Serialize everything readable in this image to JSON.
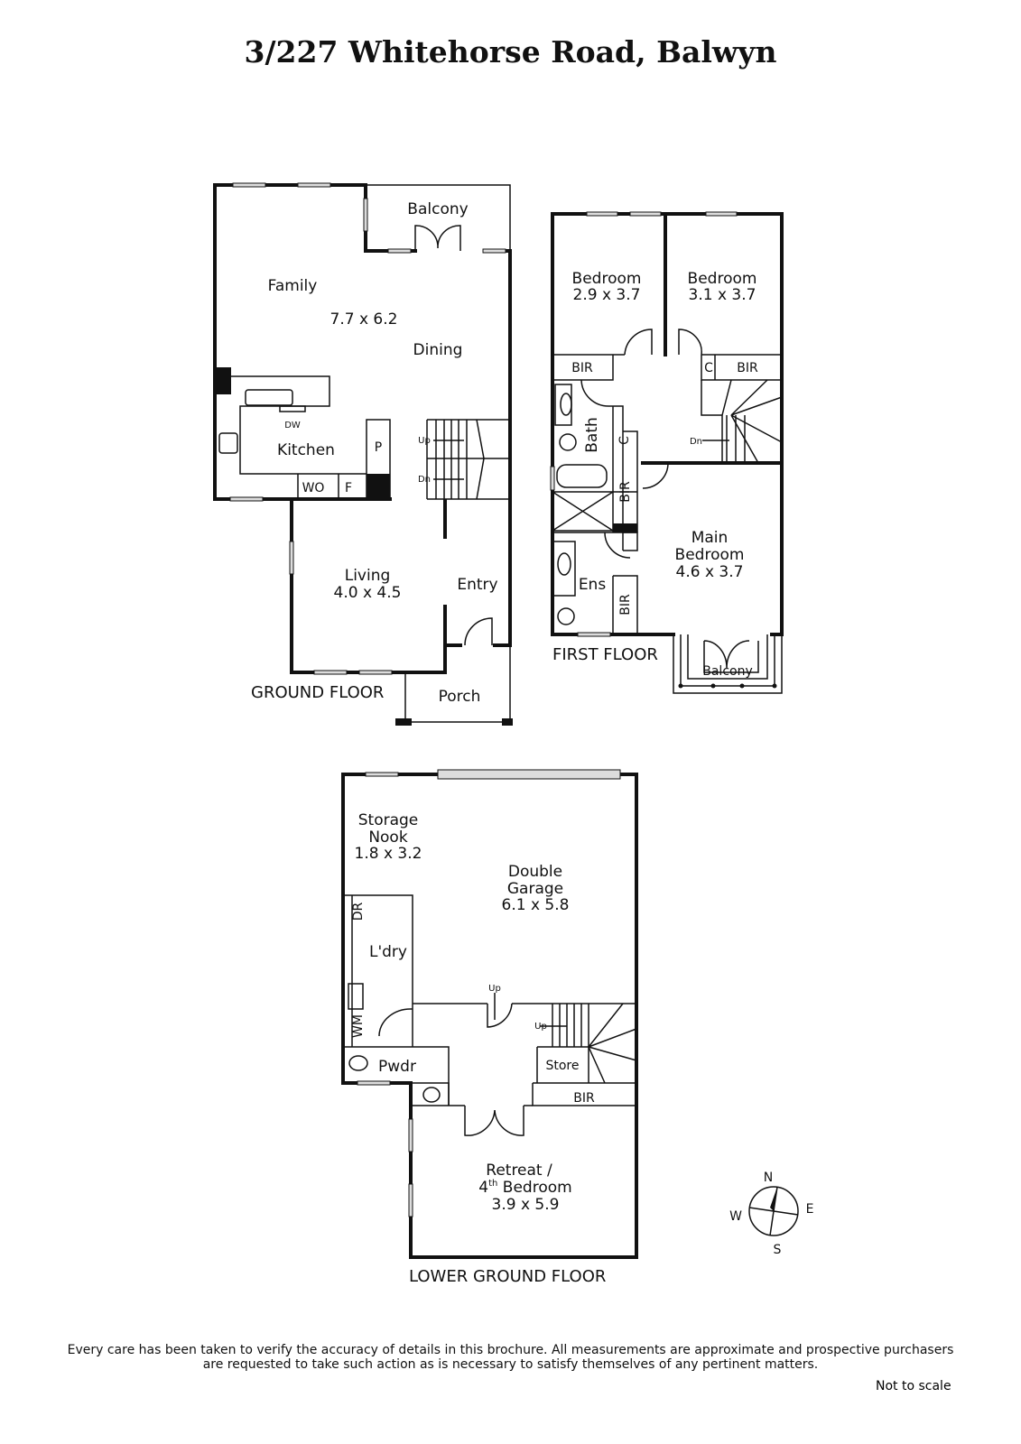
{
  "title": "3/227 Whitehorse Road, Balwyn",
  "ground_floor": {
    "label": "GROUND FLOOR",
    "rooms": {
      "balcony": "Balcony",
      "family": "Family",
      "family_dining_size": "7.7 x 6.2",
      "dining": "Dining",
      "kitchen": "Kitchen",
      "dw": "DW",
      "pantry": "P",
      "wo": "WO",
      "fridge": "F",
      "up": "Up",
      "dn": "Dn",
      "living": "Living",
      "living_size": "4.0 x 4.5",
      "entry": "Entry",
      "porch": "Porch"
    }
  },
  "first_floor": {
    "label": "FIRST FLOOR",
    "rooms": {
      "bedroom1": "Bedroom",
      "bedroom1_size": "2.9 x 3.7",
      "bedroom2": "Bedroom",
      "bedroom2_size": "3.1 x 3.7",
      "bir_left": "BIR",
      "c_top": "C",
      "bir_right": "BIR",
      "bath": "Bath",
      "c_mid": "C",
      "bir_mid": "BIR",
      "dn": "Dn",
      "main_bedroom_1": "Main",
      "main_bedroom_2": "Bedroom",
      "main_bedroom_size": "4.6 x 3.7",
      "ens": "Ens",
      "bir_ens": "BIR",
      "balcony": "Balcony"
    }
  },
  "lower_ground_floor": {
    "label": "LOWER GROUND FLOOR",
    "rooms": {
      "storage_1": "Storage",
      "storage_2": "Nook",
      "storage_size": "1.8 x 3.2",
      "garage_1": "Double",
      "garage_2": "Garage",
      "garage_size": "6.1 x 5.8",
      "dr": "DR",
      "ldry": "L'dry",
      "wm": "WM",
      "up_a": "Up",
      "up_b": "Up",
      "pwdr": "Pwdr",
      "store": "Store",
      "bir": "BIR",
      "retreat_1": "Retreat /",
      "retreat_2_num": "4",
      "retreat_2_sup": "th",
      "retreat_2_rest": " Bedroom",
      "retreat_size": "3.9 x 5.9"
    }
  },
  "compass": {
    "n": "N",
    "s": "S",
    "e": "E",
    "w": "W"
  },
  "disclaimer_line1": "Every care has been taken to verify the accuracy of details in this brochure.  All measurements are approximate and prospective purchasers",
  "disclaimer_line2": "are requested to take such action as is necessary to satisfy themselves of any pertinent matters.",
  "not_to_scale": "Not to scale"
}
